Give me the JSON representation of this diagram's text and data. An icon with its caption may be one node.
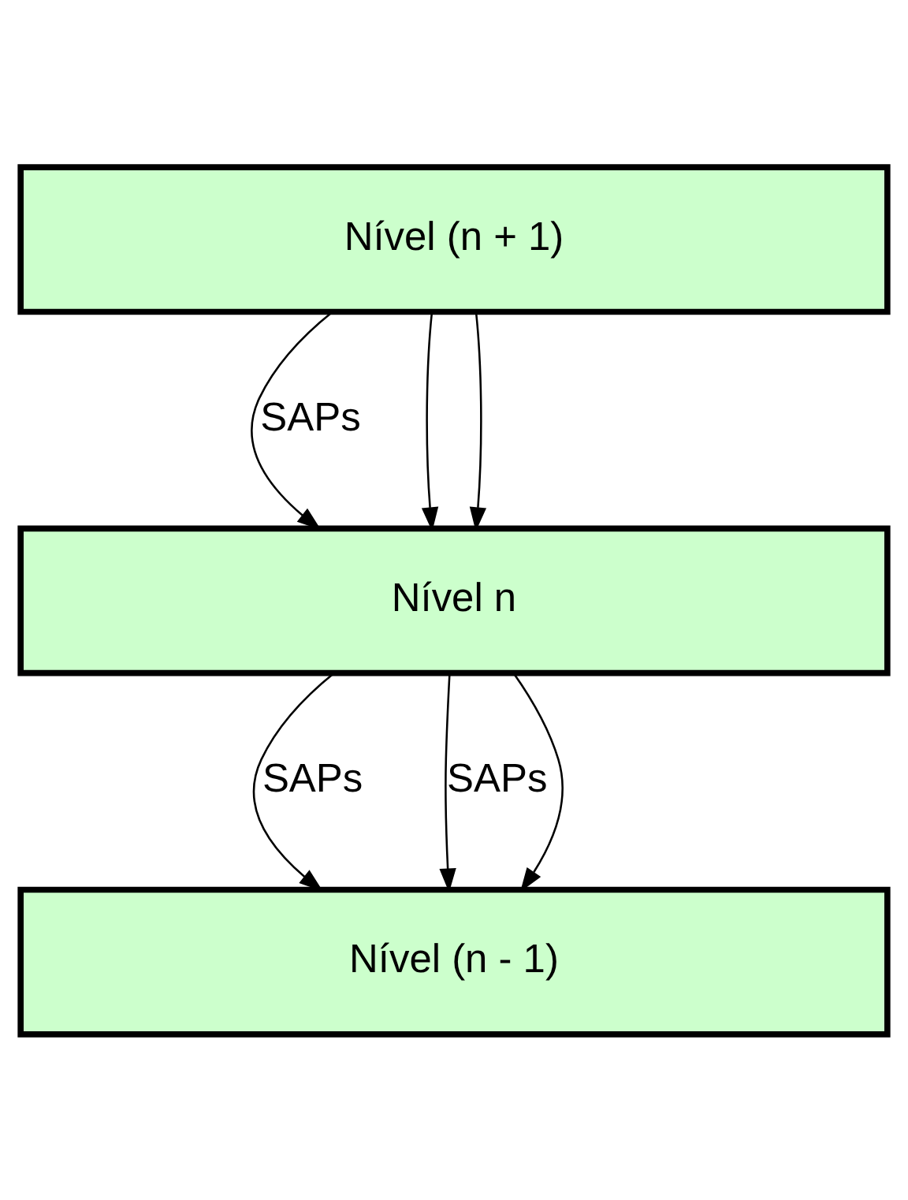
{
  "diagram": {
    "nodes": [
      {
        "text": [
          "Nível (n + 1)"
        ]
      },
      {
        "text": [
          "Nível n"
        ]
      },
      {
        "text": [
          "Nível (n - 1)"
        ]
      }
    ],
    "edges": [
      {
        "from": 0,
        "to": 1,
        "arrow": "to",
        "label": "SAPs"
      },
      {
        "from": 0,
        "to": 1,
        "arrow": "to"
      },
      {
        "from": 0,
        "to": 1,
        "arrow": "to"
      },
      {
        "from": 1,
        "to": 2,
        "arrow": "to",
        "label": "SAPs"
      },
      {
        "from": 1,
        "to": 2,
        "arrow": "to",
        "label": "SAPs"
      },
      {
        "from": 1,
        "to": 2,
        "arrow": "to"
      }
    ]
  }
}
